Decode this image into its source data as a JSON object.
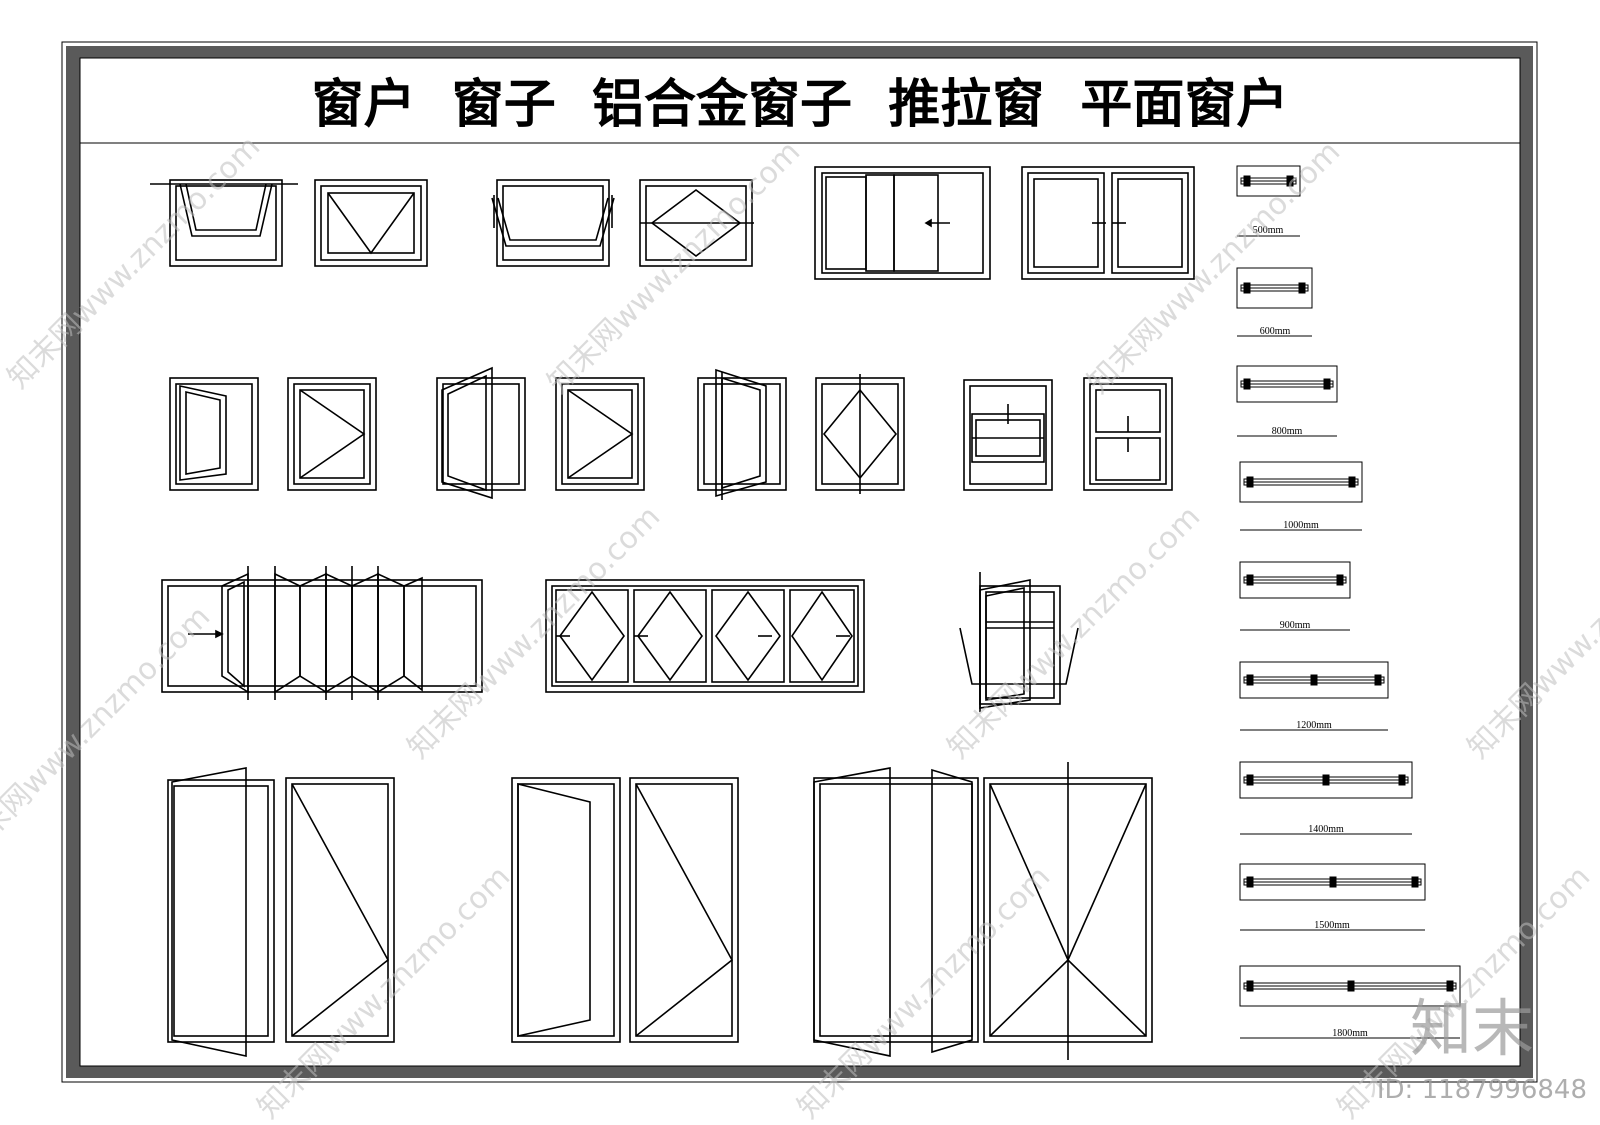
{
  "title": "窗户  窗子  铝合金窗子  推拉窗  平面窗户",
  "plan_labels": [
    "500mm",
    "600mm",
    "800mm",
    "1000mm",
    "900mm",
    "1200mm",
    "1400mm",
    "1500mm",
    "1800mm"
  ],
  "watermark": {
    "site_text": "知末网www.znzmo.com",
    "brand": "知末",
    "id_text": "ID: 1187996848"
  }
}
